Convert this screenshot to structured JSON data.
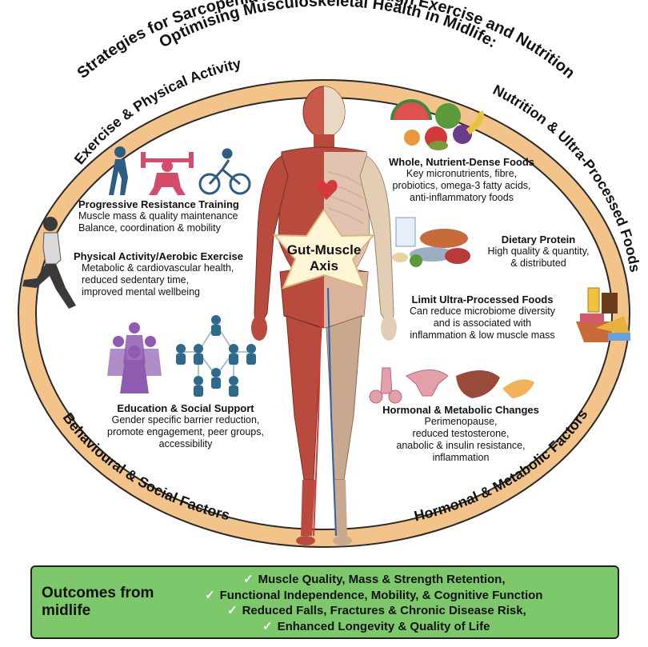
{
  "title": {
    "line1": "Optimising Musculoskeletal Health in Midlife:",
    "line2": "Strategies for Sarcopenia Prevention Through Exercise and Nutrition"
  },
  "ring_labels": {
    "top_left": "Exercise & Physical Activity",
    "top_right": "Nutrition & Ultra-Processed Foods",
    "bottom_left": "Behavioural & Social Factors",
    "bottom_right": "Hormonal & Metabolic Factors"
  },
  "center": {
    "label_line1": "Gut-Muscle",
    "label_line2": "Axis"
  },
  "sections": {
    "resistance": {
      "heading": "Progressive Resistance Training",
      "lines": [
        "Muscle mass & quality maintenance",
        "Balance, coordination & mobility"
      ]
    },
    "aerobic": {
      "heading": "Physical Activity/Aerobic Exercise",
      "lines": [
        "Metabolic & cardiovascular health,",
        "reduced sedentary time,",
        "improved mental wellbeing"
      ]
    },
    "education": {
      "heading": "Education & Social Support",
      "lines": [
        "Gender specific barrier reduction,",
        "promote engagement, peer groups,",
        "accessibility"
      ]
    },
    "whole_foods": {
      "heading": "Whole, Nutrient-Dense Foods",
      "lines": [
        "Key micronutrients, fibre,",
        "probiotics, omega-3 fatty acids,",
        "anti-inflammatory foods"
      ]
    },
    "protein": {
      "heading": "Dietary Protein",
      "lines": [
        "High quality & quantity,",
        "& distributed"
      ]
    },
    "upf": {
      "heading": "Limit Ultra-Processed Foods",
      "lines": [
        "Can reduce microbiome diversity",
        "and is associated with",
        "inflammation & low muscle mass"
      ]
    },
    "hormonal": {
      "heading": "Hormonal & Metabolic Changes",
      "lines": [
        "Perimenopause,",
        "reduced testosterone,",
        "anabolic & insulin resistance,",
        "inflammation"
      ]
    }
  },
  "outcomes": {
    "title": "Outcomes from midlife",
    "check_glyph": "✓",
    "items": [
      "Muscle Quality, Mass & Strength Retention,",
      "Functional Independence, Mobility, & Cognitive Function",
      "Reduced Falls, Fractures & Chronic Disease Risk,",
      "Enhanced Longevity & Quality of Life"
    ]
  },
  "colors": {
    "ring": "#f2c48a",
    "ring_border": "#2a2a2a",
    "star": "#fff6d8",
    "outcomes_bg": "#7cc86a",
    "muscle": "#b84a3e",
    "exercise_icon": "#2f5d82",
    "weights_icon": "#d64a6a",
    "people_purple": "#8e5bb0",
    "people_blue": "#2e6a8c"
  },
  "icons": [
    "walking-person-icon",
    "weightlifter-icon",
    "cyclist-icon",
    "runner-icon",
    "women-group-icon",
    "social-network-icon",
    "fruit-vegetables-icon",
    "protein-foods-icon",
    "processed-foods-icon",
    "reproductive-organs-icon",
    "liver-icon",
    "pancreas-icon",
    "human-anatomy-icon"
  ]
}
